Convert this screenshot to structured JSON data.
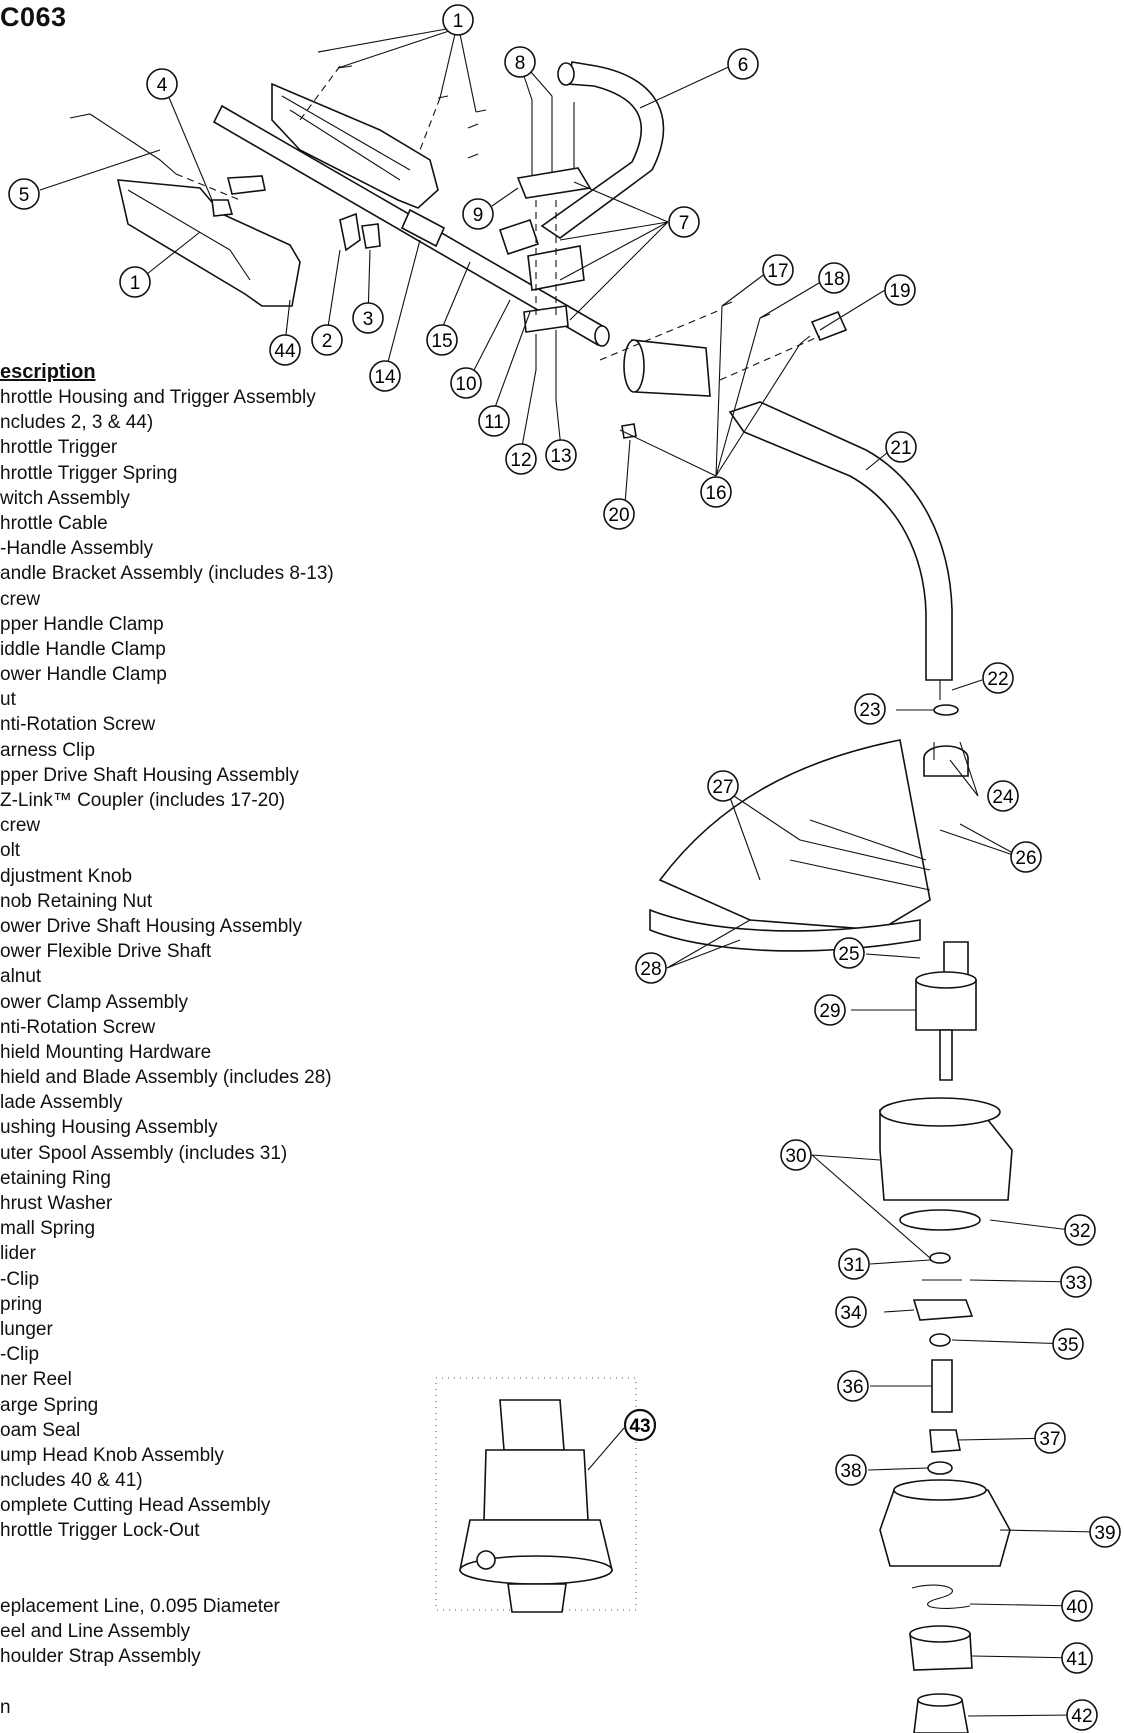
{
  "page": {
    "title": "C063",
    "legend_header": "escription",
    "legend_lines": [
      "hrottle Housing and Trigger Assembly",
      "ncludes 2, 3 & 44)",
      "hrottle Trigger",
      "hrottle Trigger Spring",
      "witch Assembly",
      "hrottle Cable",
      "-Handle Assembly",
      "andle Bracket Assembly (includes 8-13)",
      "crew",
      "pper Handle Clamp",
      "iddle Handle Clamp",
      "ower Handle Clamp",
      "ut",
      "nti-Rotation Screw",
      "arness Clip",
      "pper Drive Shaft Housing Assembly",
      "Z-Link™ Coupler (includes 17-20)",
      "crew",
      "olt",
      "djustment Knob",
      "nob Retaining Nut",
      "ower Drive Shaft Housing Assembly",
      "ower Flexible Drive Shaft",
      "alnut",
      "ower Clamp Assembly",
      "nti-Rotation Screw",
      "hield Mounting Hardware",
      "hield and Blade Assembly (includes 28)",
      "lade Assembly",
      "ushing Housing Assembly",
      "uter Spool Assembly (includes 31)",
      "etaining Ring",
      "hrust Washer",
      "mall Spring",
      "lider",
      "-Clip",
      "pring",
      "lunger",
      "-Clip",
      "ner Reel",
      "arge Spring",
      "oam Seal",
      "ump Head Knob Assembly",
      "ncludes 40 & 41)",
      "omplete Cutting Head Assembly",
      "hrottle Trigger Lock-Out",
      "",
      "",
      "eplacement Line, 0.095 Diameter",
      "eel and Line Assembly",
      "houlder Strap Assembly",
      "",
      "n"
    ]
  },
  "callouts": [
    {
      "id": "callout-1a",
      "label": "1"
    },
    {
      "id": "callout-1b",
      "label": "1"
    },
    {
      "id": "callout-2",
      "label": "2"
    },
    {
      "id": "callout-3",
      "label": "3"
    },
    {
      "id": "callout-4",
      "label": "4"
    },
    {
      "id": "callout-5",
      "label": "5"
    },
    {
      "id": "callout-6",
      "label": "6"
    },
    {
      "id": "callout-7",
      "label": "7"
    },
    {
      "id": "callout-8",
      "label": "8"
    },
    {
      "id": "callout-9",
      "label": "9"
    },
    {
      "id": "callout-10",
      "label": "10"
    },
    {
      "id": "callout-11",
      "label": "11"
    },
    {
      "id": "callout-12",
      "label": "12"
    },
    {
      "id": "callout-13",
      "label": "13"
    },
    {
      "id": "callout-14",
      "label": "14"
    },
    {
      "id": "callout-15",
      "label": "15"
    },
    {
      "id": "callout-16",
      "label": "16"
    },
    {
      "id": "callout-17",
      "label": "17"
    },
    {
      "id": "callout-18",
      "label": "18"
    },
    {
      "id": "callout-19",
      "label": "19"
    },
    {
      "id": "callout-20",
      "label": "20"
    },
    {
      "id": "callout-21",
      "label": "21"
    },
    {
      "id": "callout-22",
      "label": "22"
    },
    {
      "id": "callout-23",
      "label": "23"
    },
    {
      "id": "callout-24",
      "label": "24"
    },
    {
      "id": "callout-25",
      "label": "25"
    },
    {
      "id": "callout-26",
      "label": "26"
    },
    {
      "id": "callout-27",
      "label": "27"
    },
    {
      "id": "callout-28",
      "label": "28"
    },
    {
      "id": "callout-29",
      "label": "29"
    },
    {
      "id": "callout-30",
      "label": "30"
    },
    {
      "id": "callout-31",
      "label": "31"
    },
    {
      "id": "callout-32",
      "label": "32"
    },
    {
      "id": "callout-33",
      "label": "33"
    },
    {
      "id": "callout-34",
      "label": "34"
    },
    {
      "id": "callout-35",
      "label": "35"
    },
    {
      "id": "callout-36",
      "label": "36"
    },
    {
      "id": "callout-37",
      "label": "37"
    },
    {
      "id": "callout-38",
      "label": "38"
    },
    {
      "id": "callout-39",
      "label": "39"
    },
    {
      "id": "callout-40",
      "label": "40"
    },
    {
      "id": "callout-41",
      "label": "41"
    },
    {
      "id": "callout-42",
      "label": "42"
    },
    {
      "id": "callout-43",
      "label": "43"
    },
    {
      "id": "callout-44",
      "label": "44"
    }
  ]
}
